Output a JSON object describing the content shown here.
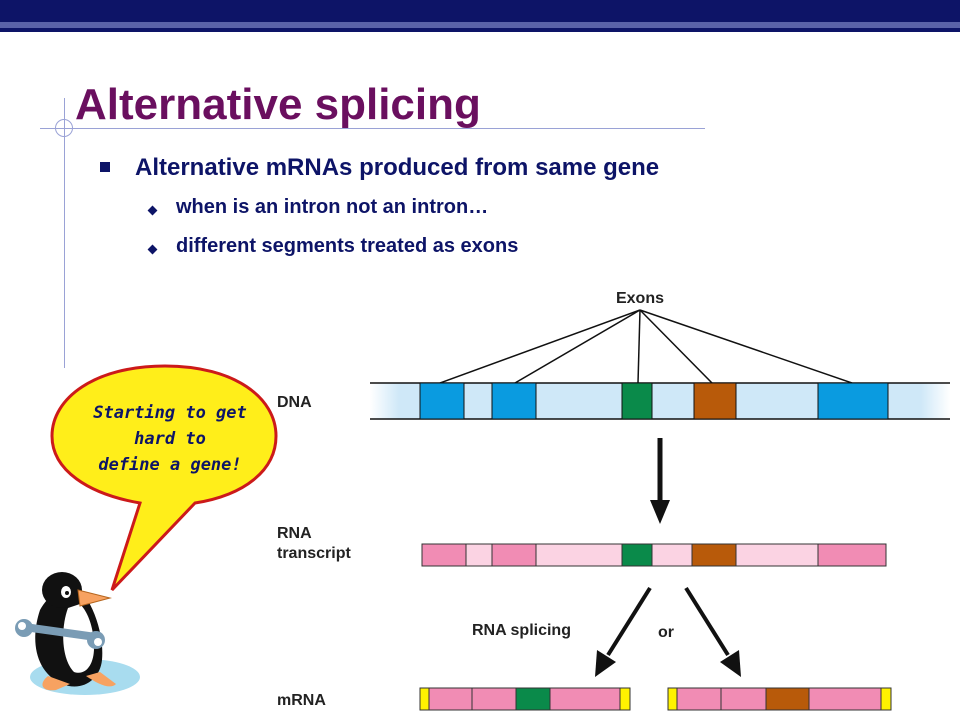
{
  "slide": {
    "title": "Alternative splicing",
    "bullets": {
      "main": "Alternative mRNAs produced from same gene",
      "sub1": "when is an intron not an intron…",
      "sub2": "different segments treated as exons"
    }
  },
  "bubble": {
    "line1": "Starting to get",
    "line2": "hard to",
    "line3": "define a gene!"
  },
  "diagram": {
    "exons_label": "Exons",
    "dna_label": "DNA",
    "rna_label_1": "RNA",
    "rna_label_2": "transcript",
    "splicing_label": "RNA splicing",
    "or_label": "or",
    "mrna_label": "mRNA"
  },
  "colors": {
    "title": "#6a0f5f",
    "text": "#0d1467",
    "exon_blue": "#0a9be0",
    "exon_green": "#0a8a4a",
    "exon_brown": "#b85a0a",
    "intron_dna": "#cfe8f8",
    "rna_pink": "#f18cb4",
    "rna_light": "#fbd3e3",
    "cap_yellow": "#fff200"
  },
  "icons": [
    "penguin-mascot-icon",
    "wrench-icon",
    "speech-bubble"
  ]
}
